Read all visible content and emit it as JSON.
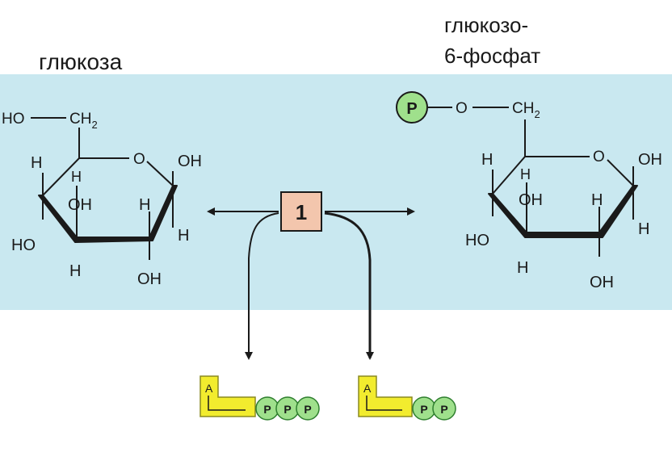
{
  "colors": {
    "band": "#c9e8f0",
    "ink": "#1a1a1a",
    "enzyme_box": "#f3c6ad",
    "phosphate": "#9fe08c",
    "adenosine": "#f2ec2e"
  },
  "substrate": {
    "title": "глюкоза",
    "atoms": {
      "ho_ch2_ho": "HO",
      "ho_ch2_ch2": "CH",
      "ho_ch2_sub": "2",
      "ring_o": "O",
      "oh_c1": "OH",
      "h_c5": "H",
      "h_c4_top": "H",
      "oh_c3_in": "OH",
      "h_c2": "H",
      "h_c1": "H",
      "ho_c4": "HO",
      "h_c3": "H",
      "oh_c2": "OH"
    }
  },
  "product": {
    "title_line1": "глюкозо-",
    "title_line2": "6-фосфат",
    "phosphate_label": "P",
    "atoms": {
      "o_link": "O",
      "ch2": "CH",
      "ch2_sub": "2",
      "ring_o": "O",
      "oh_c1": "OH",
      "h_c5": "H",
      "h_c4_top": "H",
      "oh_c3_in": "OH",
      "h_c2": "H",
      "h_c1": "H",
      "ho_c4": "HO",
      "h_c3": "H",
      "oh_c2": "OH"
    }
  },
  "enzyme": {
    "label": "1"
  },
  "atp": {
    "base": "A",
    "phosphates": [
      "P",
      "P",
      "P"
    ]
  },
  "adp": {
    "base": "A",
    "phosphates": [
      "P",
      "P"
    ]
  }
}
